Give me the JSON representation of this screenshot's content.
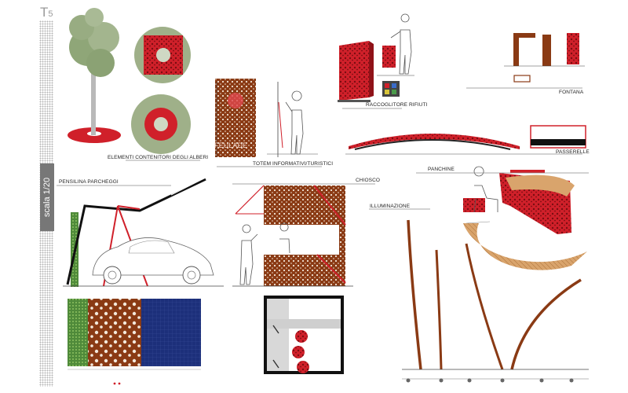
{
  "sheet": {
    "code": "T",
    "code_sub": "5",
    "scale_label": "scala 1/20"
  },
  "labels": {
    "tree_containers": "ELEMENTI CONTENITORI DEGLI ALBERI",
    "totem": "TOTEM INFORMATIVI/TURISTICI",
    "waste_collector": "RACCOGLITORE RIFIUTI",
    "fountain": "FONTANA",
    "walkways": "PASSERELLE",
    "parking_shelter": "PENSILINA PARCHEGGI",
    "kiosk": "CHIOSCO",
    "benches": "PANCHINE",
    "lighting": "ILLUMINAZIONE",
    "totem_sign": "FEULADE"
  },
  "colors": {
    "accent_red": "#d0202a",
    "corten": "#8a3a14",
    "wood": "#d9a46c",
    "panel_blue": "#1c2f7a",
    "green": "#4f8a3a"
  }
}
